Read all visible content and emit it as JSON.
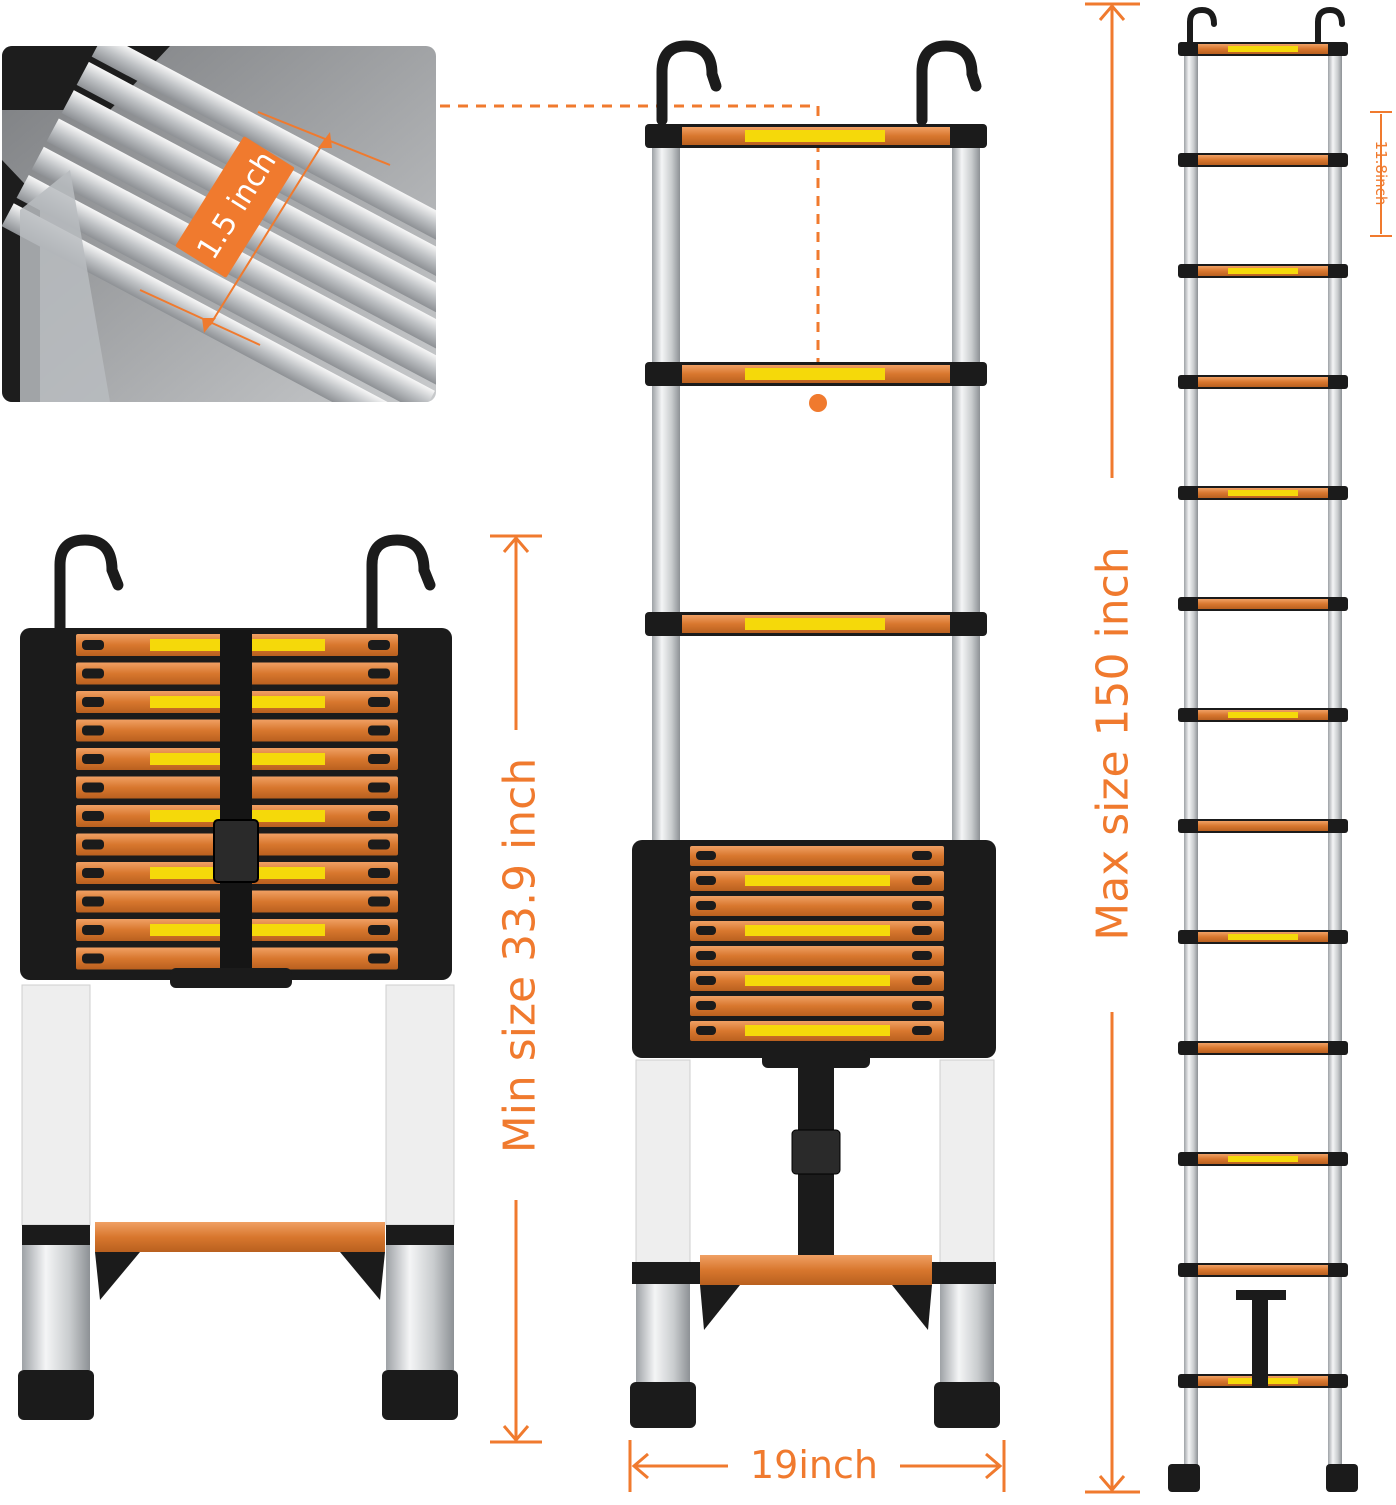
{
  "labels": {
    "rung_depth": "1.5 inch",
    "min_size": "Min size 33.9 inch",
    "max_size": "Max size 150 inch",
    "width": "19inch",
    "rung_spacing": "11.8inch"
  },
  "colors": {
    "accent": "#f07a2e",
    "rung_orange": "#d9803a",
    "black_parts": "#1b1b1b",
    "aluminium": "#d7d9db",
    "warning_yellow": "#f5d90a"
  }
}
